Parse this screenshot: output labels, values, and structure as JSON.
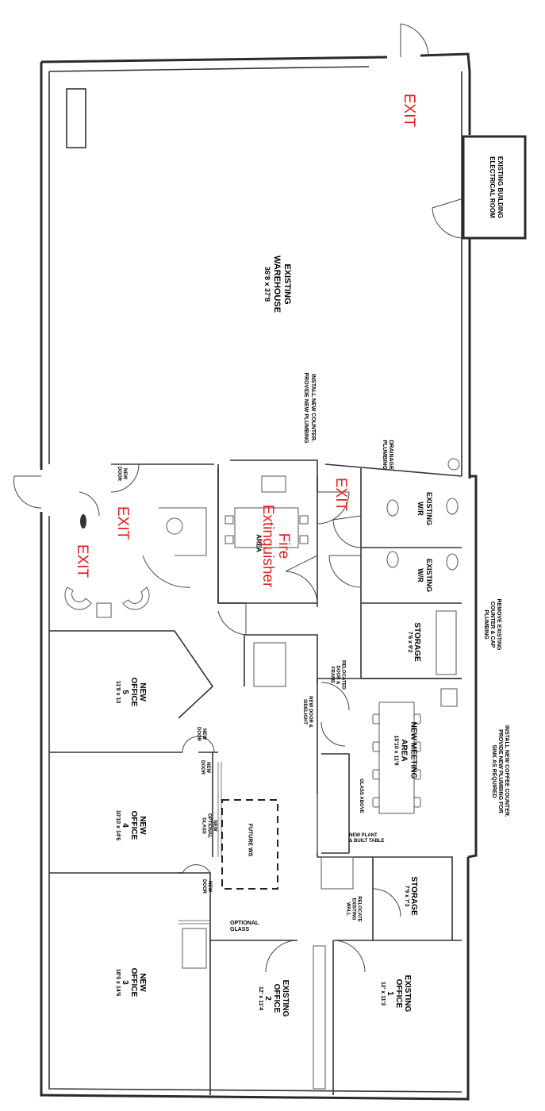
{
  "plan": {
    "rooms": {
      "warehouse": {
        "name": "EXISTING\nWAREHOUSE",
        "dims": "36'8 x 37'8"
      },
      "electrical": {
        "name": "EXISTING BUILDING\nELECTRICAL ROOM"
      },
      "wr1": {
        "name": "EXISTING\nW/R"
      },
      "wr2": {
        "name": "EXISTING\nW/R"
      },
      "storage_a": {
        "name": "STORAGE",
        "dims": "7'6 x 9'2"
      },
      "meeting": {
        "name": "NEW MEETING\nAREA",
        "dims": "15'10 x 11'9"
      },
      "storage_b": {
        "name": "STORAGE",
        "dims": "7'9 x 7'3"
      },
      "office1": {
        "name": "EXISTING\nOFFICE\n1",
        "dims": "12' x 11'3"
      },
      "office2": {
        "name": "EXISTING\nOFFICE\n2",
        "dims": "12' x 11'4"
      },
      "office3": {
        "name": "NEW\nOFFICE\n3",
        "dims": "18'5 x 14'6"
      },
      "office4": {
        "name": "NEW\nOFFICE\n4",
        "dims": "10'10 x 14'6"
      },
      "office5": {
        "name": "NEW\nOFFICE\n5",
        "dims": "11'8 x 13"
      },
      "kitchen_area": {
        "name": "AREA"
      }
    },
    "notes": {
      "counter": "INSTALL NEW COUNTER.\nPROVIDE NEW PLUMBING",
      "drainage": "DRAINAGE\nPLUMBING",
      "remove_counter": "REMOVE EXISTING\nCOUNTER & CAP\nPLUMBING",
      "coffee": "INSTALL NEW COFFEE COUNTER.\nPROVIDE NEW PLUMBING FOR\nSINK AS REQUIRED",
      "relocated_door": "RELOCATED\nDOOR &\nFRAME",
      "new_door_sidelight": "NEW DOOR &\nSIDELIGHT",
      "new_door_a": "NEW\nDOOR",
      "new_door_b": "NEW\nDOOR",
      "new_door_c": "NEW\nDOOR",
      "new_door_d": "NEW\nDOOR",
      "optional_glass_a": "NEW\nOPTIONAL\nGLASS",
      "optional_glass_b": "OPTIONAL\nGLASS",
      "glass_above": "GLASS ABOVE",
      "new_plant_table": "NEW PLANT\n& BUILT TABLE",
      "relocate_wall": "RELOCATE\nEXISTING\nWALL",
      "future_ws": "FUTURE WS"
    },
    "annotations": {
      "exit_top": "EXIT",
      "exit_mid": "EXIT",
      "exit_left": "EXIT",
      "exit_lobby": "EXIT",
      "fire_extinguisher": "Fire\nExtinguisher"
    },
    "colors": {
      "annotation_red": "#e0201b",
      "line": "#2a2a2a"
    }
  }
}
